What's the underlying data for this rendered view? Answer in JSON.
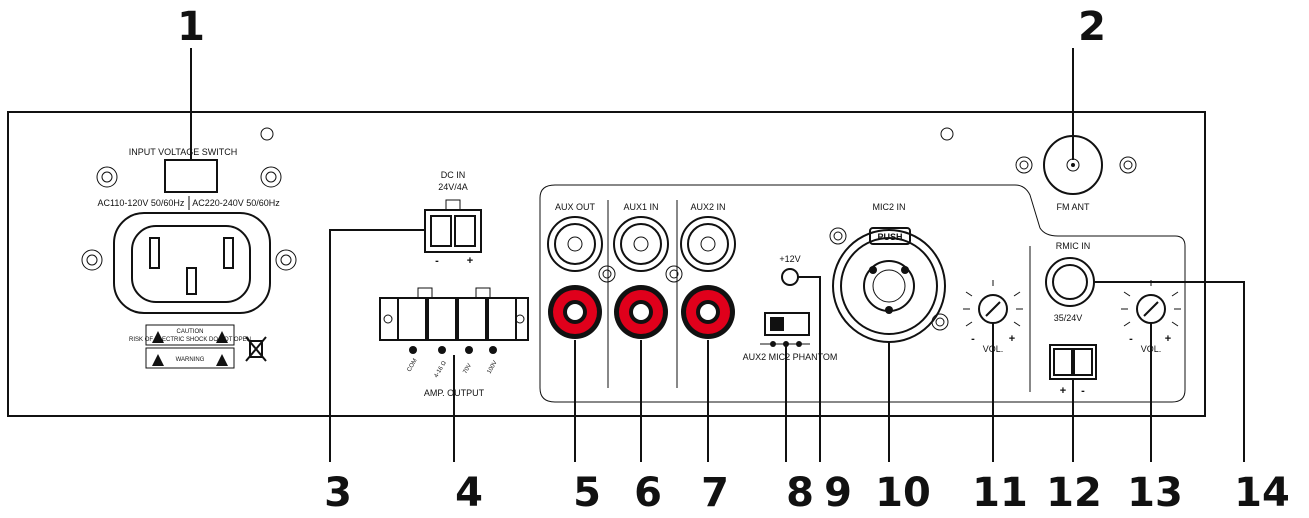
{
  "callouts": [
    "1",
    "2",
    "3",
    "4",
    "5",
    "6",
    "7",
    "8",
    "9",
    "10",
    "11",
    "12",
    "13",
    "14"
  ],
  "labels": {
    "input_voltage_switch": "INPUT VOLTAGE SWITCH",
    "ac_110": "AC110-120V 50/60Hz",
    "ac_220": "AC220-240V 50/60Hz",
    "caution": "CAUTION",
    "caution_line": "RISK OF ELECTRIC SHOCK DO NOT OPEN",
    "warning_line": "WARNING",
    "dc_in": "DC IN",
    "dc_voltage": "24V/4A",
    "minus": "-",
    "plus": "+",
    "speaker_out": "AMP. OUTPUT",
    "com": "COM",
    "ohm": "4-16 Ω",
    "v70": "70V",
    "v100": "100V",
    "aux_out": "AUX OUT",
    "aux1_in": "AUX1 IN",
    "aux2_in": "AUX2 IN",
    "v12": "+12V",
    "mic2_in": "MIC2 IN",
    "push": "PUSH",
    "switch_labels": "AUX2  MIC2  PHANTOM",
    "vol": "VOL.",
    "fm_ant": "FM ANT",
    "rmic_in": "RMIC IN",
    "v_rmic": "35/24V"
  }
}
